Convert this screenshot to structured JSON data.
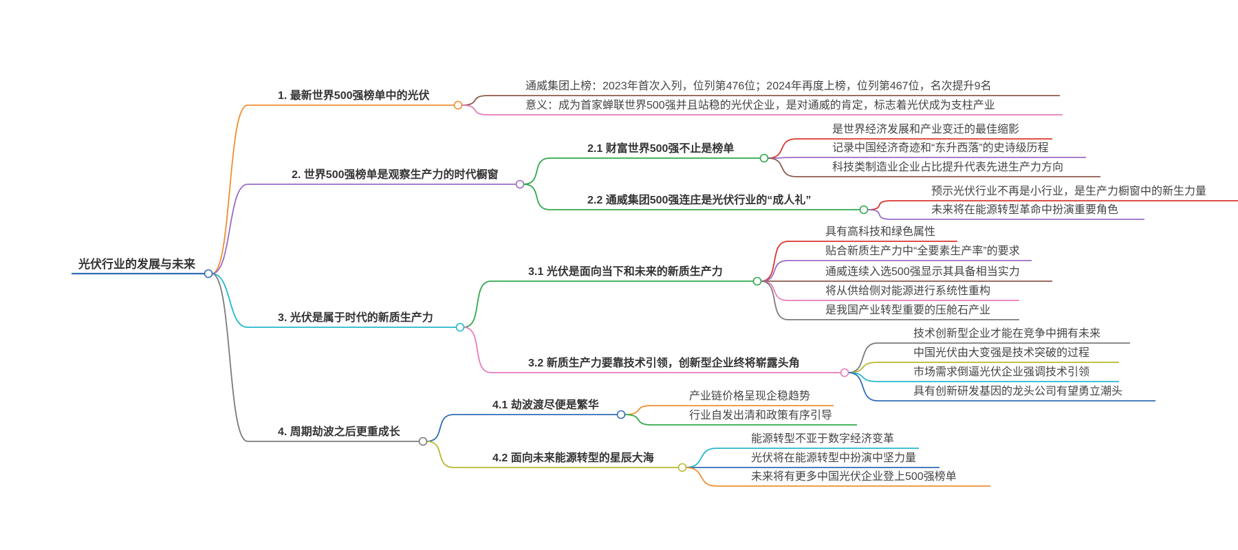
{
  "root": {
    "id": "root",
    "label": "光伏行业的发展与未来",
    "color": "#2e6db4",
    "children": [
      {
        "id": "b1",
        "label": "1. 最新世界500强榜单中的光伏",
        "color": "#f08c2e",
        "children": [
          {
            "id": "b1-1",
            "label": "通威集团上榜：2023年首次入列，位列第476位；2024年再度上榜，位列第467位，名次提升9名",
            "color": "#8b5a4a"
          },
          {
            "id": "b1-2",
            "label": "意义：成为首家蝉联世界500强并且站稳的光伏企业，是对通威的肯定，标志着光伏成为支柱产业",
            "color": "#e87ab8"
          }
        ]
      },
      {
        "id": "b2",
        "label": "2. 世界500强榜单是观察生产力的时代橱窗",
        "color": "#9a6bc6",
        "children": [
          {
            "id": "b2-1",
            "label": "2.1 财富世界500强不止是榜单",
            "color": "#2ea84a",
            "children": [
              {
                "id": "b2-1-1",
                "label": "是世界经济发展和产业变迁的最佳缩影",
                "color": "#d9342b"
              },
              {
                "id": "b2-1-2",
                "label": "记录中国经济奇迹和“东升西落”的史诗级历程",
                "color": "#9a6bc6"
              },
              {
                "id": "b2-1-3",
                "label": "科技类制造业企业占比提升代表先进生产力方向",
                "color": "#8b5a4a"
              }
            ]
          },
          {
            "id": "b2-2",
            "label": "2.2 通威集团500强连庄是光伏行业的“成人礼”",
            "color": "#2ea84a",
            "children": [
              {
                "id": "b2-2-1",
                "label": "预示光伏行业不再是小行业，是生产力橱窗中的新生力量",
                "color": "#d9342b"
              },
              {
                "id": "b2-2-2",
                "label": "未来将在能源转型革命中扮演重要角色",
                "color": "#9a6bc6"
              }
            ]
          }
        ]
      },
      {
        "id": "b3",
        "label": "3. 光伏是属于时代的新质生产力",
        "color": "#22b8cc",
        "children": [
          {
            "id": "b3-1",
            "label": "3.1 光伏是面向当下和未来的新质生产力",
            "color": "#2ea84a",
            "children": [
              {
                "id": "b3-1-1",
                "label": "具有高科技和绿色属性",
                "color": "#d9342b"
              },
              {
                "id": "b3-1-2",
                "label": "贴合新质生产力中“全要素生产率”的要求",
                "color": "#9a6bc6"
              },
              {
                "id": "b3-1-3",
                "label": "通威连续入选500强显示其具备相当实力",
                "color": "#8b5a4a"
              },
              {
                "id": "b3-1-4",
                "label": "将从供给侧对能源进行系统性重构",
                "color": "#e87ab8"
              },
              {
                "id": "b3-1-5",
                "label": "是我国产业转型重要的压舱石产业",
                "color": "#7a7a7a"
              }
            ]
          },
          {
            "id": "b3-2",
            "label": "3.2 新质生产力要靠技术引领，创新型企业终将崭露头角",
            "color": "#e87ab8",
            "children": [
              {
                "id": "b3-2-1",
                "label": "技术创新型企业才能在竞争中拥有未来",
                "color": "#7a7a7a"
              },
              {
                "id": "b3-2-2",
                "label": "中国光伏由大变强是技术突破的过程",
                "color": "#b8b82e"
              },
              {
                "id": "b3-2-3",
                "label": "市场需求倒逼光伏企业强调技术引领",
                "color": "#22b8cc"
              },
              {
                "id": "b3-2-4",
                "label": "具有创新研发基因的龙头公司有望勇立潮头",
                "color": "#2e6db4"
              }
            ]
          }
        ]
      },
      {
        "id": "b4",
        "label": "4. 周期劫波之后更重成长",
        "color": "#7a7a7a",
        "children": [
          {
            "id": "b4-1",
            "label": "4.1 劫波渡尽便是繁华",
            "color": "#2e6db4",
            "children": [
              {
                "id": "b4-1-1",
                "label": "产业链价格呈现企稳趋势",
                "color": "#f08c2e"
              },
              {
                "id": "b4-1-2",
                "label": "行业自发出清和政策有序引导",
                "color": "#2ea84a"
              }
            ]
          },
          {
            "id": "b4-2",
            "label": "4.2 面向未来能源转型的星辰大海",
            "color": "#b8b82e",
            "children": [
              {
                "id": "b4-2-1",
                "label": "能源转型不亚于数字经济变革",
                "color": "#22b8cc"
              },
              {
                "id": "b4-2-2",
                "label": "光伏将在能源转型中扮演中坚力量",
                "color": "#2e6db4"
              },
              {
                "id": "b4-2-3",
                "label": "未来将有更多中国光伏企业登上500强榜单",
                "color": "#f08c2e"
              }
            ]
          }
        ]
      }
    ]
  }
}
